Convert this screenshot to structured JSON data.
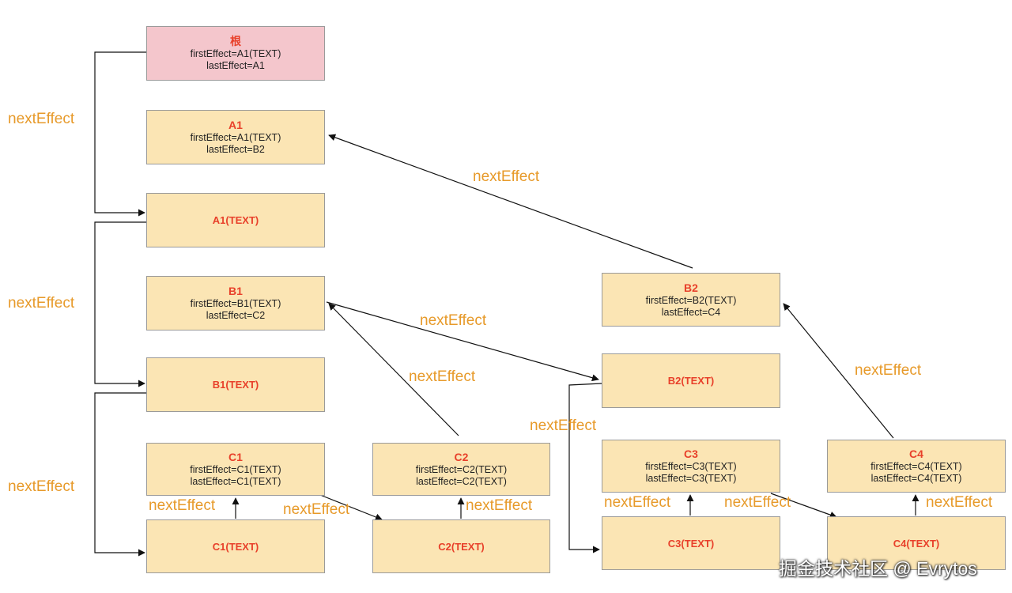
{
  "colors": {
    "root_fill": "#f4c6cc",
    "node_fill": "#fbe5b4",
    "title": "#e8402a",
    "edge_label": "#e79a2a",
    "line": "#111111"
  },
  "nodes": {
    "root": {
      "title": "根",
      "lines": [
        "firstEffect=A1(TEXT)",
        "lastEffect=A1"
      ]
    },
    "A1": {
      "title": "A1",
      "lines": [
        "firstEffect=A1(TEXT)",
        "lastEffect=B2"
      ]
    },
    "A1T": {
      "title": "A1(TEXT)",
      "lines": []
    },
    "B1": {
      "title": "B1",
      "lines": [
        "firstEffect=B1(TEXT)",
        "lastEffect=C2"
      ]
    },
    "B1T": {
      "title": "B1(TEXT)",
      "lines": []
    },
    "C1": {
      "title": "C1",
      "lines": [
        "firstEffect=C1(TEXT)",
        "lastEffect=C1(TEXT)"
      ]
    },
    "C1T": {
      "title": "C1(TEXT)",
      "lines": []
    },
    "C2": {
      "title": "C2",
      "lines": [
        "firstEffect=C2(TEXT)",
        "lastEffect=C2(TEXT)"
      ]
    },
    "C2T": {
      "title": "C2(TEXT)",
      "lines": []
    },
    "B2": {
      "title": "B2",
      "lines": [
        "firstEffect=B2(TEXT)",
        "lastEffect=C4"
      ]
    },
    "B2T": {
      "title": "B2(TEXT)",
      "lines": []
    },
    "C3": {
      "title": "C3",
      "lines": [
        "firstEffect=C3(TEXT)",
        "lastEffect=C3(TEXT)"
      ]
    },
    "C3T": {
      "title": "C3(TEXT)",
      "lines": []
    },
    "C4": {
      "title": "C4",
      "lines": [
        "firstEffect=C4(TEXT)",
        "lastEffect=C4(TEXT)"
      ]
    },
    "C4T": {
      "title": "C4(TEXT)",
      "lines": []
    }
  },
  "edge_label": "nextEffect",
  "watermark": "掘金技术社区 @ Evrytos"
}
